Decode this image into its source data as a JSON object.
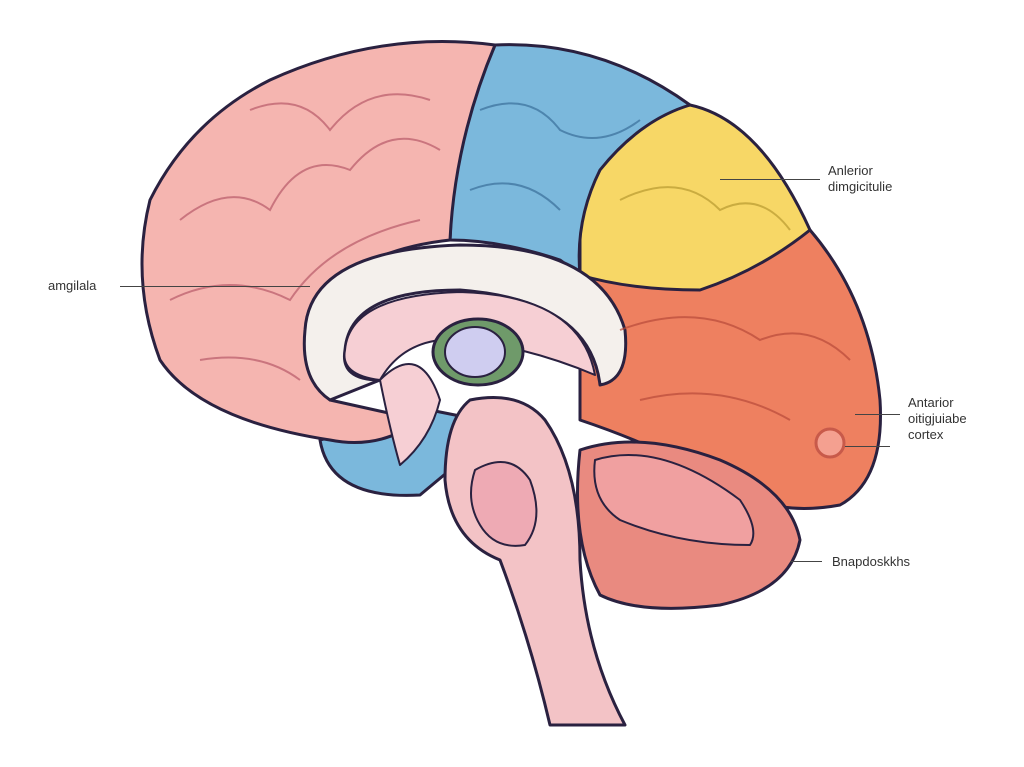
{
  "title": "Brain sagittal section diagram",
  "labels": {
    "top_right": {
      "line1": "Anlerior",
      "line2": "dimgicitulie"
    },
    "mid_right": {
      "line1": "Antarior",
      "line2": "oitigjuiabe",
      "line3": "cortex"
    },
    "left": {
      "text": "amgilala"
    },
    "bottom_right": {
      "text": "Bnapdoskkhs"
    }
  },
  "colors": {
    "frontal": "#f5b5b0",
    "parietal": "#7bb8dc",
    "occipital_upper": "#f7d766",
    "occipital_lower": "#ee8060",
    "cerebellum": "#e98a80",
    "brainstem": "#f3c3c6",
    "thalamus": "#6f9a6a",
    "outline": "#2a2140"
  }
}
